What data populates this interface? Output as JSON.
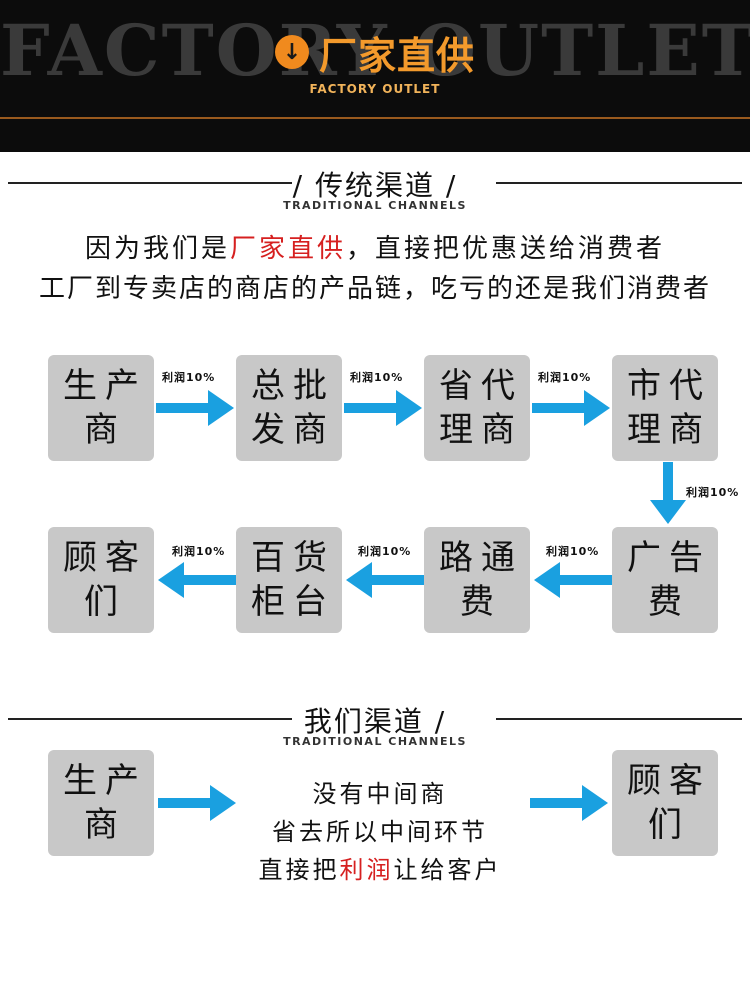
{
  "banner": {
    "watermark": "FACTORY OUTLET",
    "icon": "download-circle-icon",
    "icon_glyph": "↓",
    "title": "厂家直供",
    "subtitle": "FACTORY OUTLET"
  },
  "traditional": {
    "title": "/ 传统渠道 /",
    "subtitle": "TRADITIONAL CHANNELS",
    "intro_line1_a": "因为我们是",
    "intro_line1_red": "厂家直供",
    "intro_line1_b": "，直接把优惠送给消费者",
    "intro_line2": "工厂到专卖店的商店的产品链，吃亏的还是我们消费者",
    "profit_label": "利润10%",
    "nodes": [
      {
        "l1": "生产",
        "l2": "商"
      },
      {
        "l1": "总批",
        "l2": "发商"
      },
      {
        "l1": "省代",
        "l2": "理商"
      },
      {
        "l1": "市代",
        "l2": "理商"
      },
      {
        "l1": "广告",
        "l2": "费"
      },
      {
        "l1": "路通",
        "l2": "费"
      },
      {
        "l1": "百货",
        "l2": "柜台"
      },
      {
        "l1": "顾客",
        "l2": "们"
      }
    ]
  },
  "ours": {
    "title": "我们渠道 /",
    "subtitle": "TRADITIONAL CHANNELS",
    "left": {
      "l1": "生产",
      "l2": "商"
    },
    "right": {
      "l1": "顾客",
      "l2": "们"
    },
    "line1": "没有中间商",
    "line2": "省去所以中间环节",
    "line3_a": "直接把",
    "line3_red": "利润",
    "line3_b": "让给客户"
  },
  "colors": {
    "arrow": "#1aa0e0",
    "accent_orange": "#f39a2c",
    "accent_red": "#d62020",
    "box": "#c8c8c8"
  }
}
